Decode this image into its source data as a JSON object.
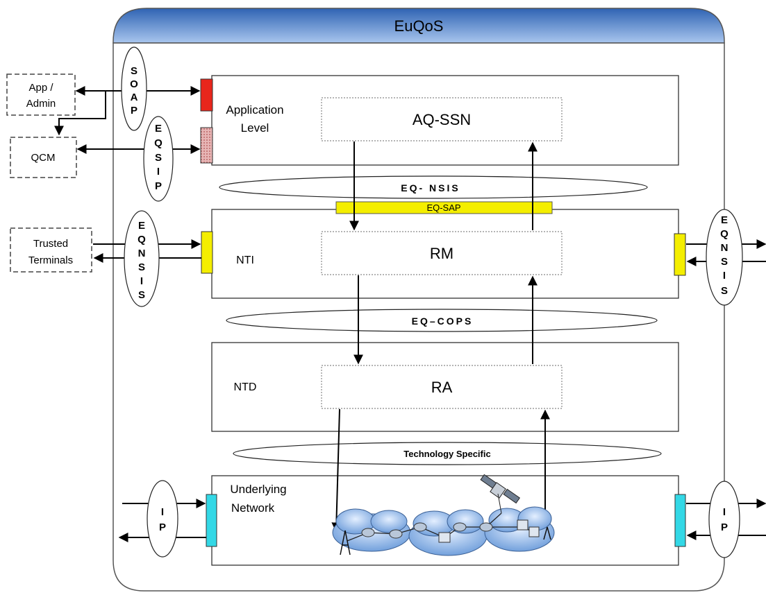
{
  "title": "EuQoS",
  "external": {
    "app_admin": [
      "App /",
      "Admin"
    ],
    "qcm": "QCM",
    "trusted_terminals": [
      "Trusted",
      "Terminals"
    ]
  },
  "interfaces": {
    "soap": [
      "S",
      "O",
      "A",
      "P"
    ],
    "eqsip": [
      "E",
      "Q",
      "S",
      "I",
      "P"
    ],
    "eqnsis_left": [
      "E",
      "Q",
      "N",
      "S",
      "I",
      "S"
    ],
    "eqnsis_right": [
      "E",
      "Q",
      "N",
      "S",
      "I",
      "S"
    ],
    "ip_left": [
      "I",
      "P"
    ],
    "ip_right": [
      "I",
      "P"
    ]
  },
  "levels": {
    "application": [
      "Application",
      "Level"
    ],
    "nti": "NTI",
    "ntd": "NTD",
    "underlying": [
      "Underlying",
      "Network"
    ]
  },
  "components": {
    "aq_ssn": "AQ-SSN",
    "rm": "RM",
    "ra": "RA"
  },
  "protocols": {
    "eq_nsis": "EQ- NSIS",
    "eq_sap": "EQ-SAP",
    "eq_cops": "EQ–COPS",
    "tech_specific": "Technology Specific"
  },
  "colors": {
    "header_blue": "#5b8fd0",
    "soap_port": "#e8261c",
    "eqsip_port": "#e3a3a3",
    "eqnsis_port": "#f4ee00",
    "ip_port": "#33d8e6",
    "cloud": "#7aa9e0"
  }
}
